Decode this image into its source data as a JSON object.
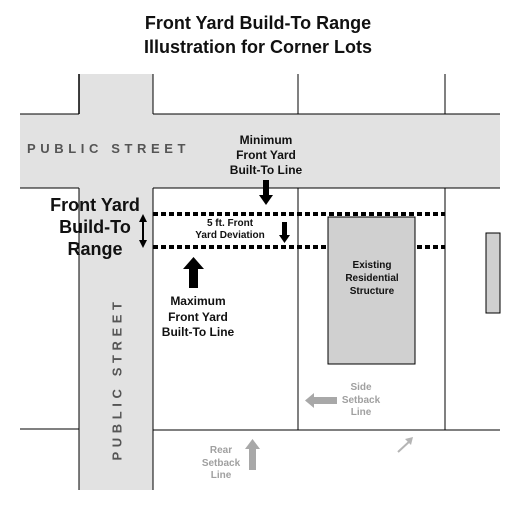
{
  "title": {
    "line1": "Front Yard Build-To Range",
    "line2": "Illustration for Corner Lots"
  },
  "streets": {
    "horizontal": "PUBLIC STREET",
    "vertical": "PUBLIC STREET"
  },
  "labels": {
    "build_to_range": "Front Yard\nBuild-To\nRange",
    "minimum_line": "Minimum\nFront Yard\nBuilt-To Line",
    "maximum_line": "Maximum\nFront Yard\nBuilt-To Line",
    "deviation": "5 ft.  Front\nYard Deviation",
    "structure": "Existing\nResidential\nStructure",
    "side_setback": "Side\nSetback\nLine",
    "rear_setback": "Rear\nSetback\nLine"
  },
  "colors": {
    "road": "#e2e2e2",
    "structure": "#d0d0d0",
    "lines": "#000000",
    "muted_label": "#a0a0a0"
  }
}
